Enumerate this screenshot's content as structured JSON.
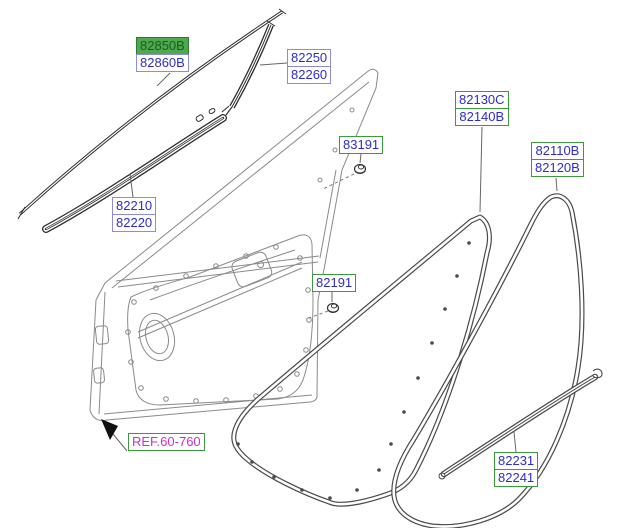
{
  "colors": {
    "label_text": "#2d2dc9",
    "blue_border": "#8c8cd9",
    "green_border": "#3c9a3c",
    "highlight_bg": "#4fa84f",
    "highlight_text": "#15611a",
    "highlight_border": "#2f7a2f",
    "ref_text": "#c832c8",
    "art_dark": "#2e2e2e",
    "art_mid": "#4a4a4a",
    "art_light": "#8a8a8a"
  },
  "labels": {
    "frame_molding": {
      "line1": "82850B",
      "line2": "82860B"
    },
    "pillar_garnish": {
      "line1": "82250",
      "line2": "82260"
    },
    "belt_weatherstrip_inner": {
      "line1": "82210",
      "line2": "82220"
    },
    "clip_upper": {
      "text": "83191"
    },
    "body_side_weatherstrip": {
      "line1": "82130C",
      "line2": "82140B"
    },
    "door_side_weatherstrip": {
      "line1": "82110B",
      "line2": "82120B"
    },
    "clip_lower": {
      "text": "82191"
    },
    "panel_ref": {
      "text": "REF.60-760"
    },
    "belt_weatherstrip_outer": {
      "line1": "82231",
      "line2": "82241"
    }
  }
}
